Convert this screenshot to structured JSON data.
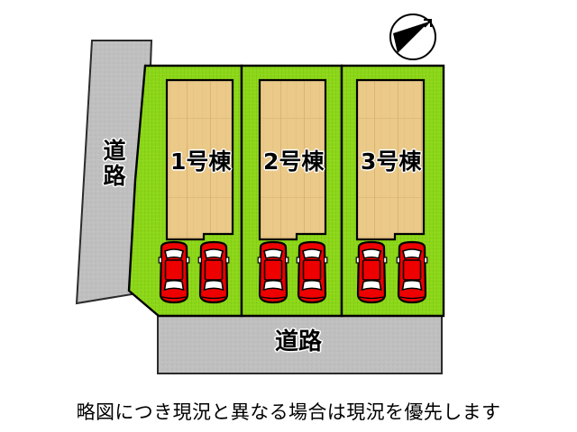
{
  "diagram": {
    "type": "site-plan",
    "title_text_visible": false,
    "disclaimer": "略図につき現況と異なる場合は現況を優先します",
    "colors": {
      "lot_green": "#8CD61A",
      "lot_green_dark": "#7cc40f",
      "building_tan": "#EBCB8C",
      "building_tan_line": "#d9b36a",
      "road_gray": "#BFBFBF",
      "road_gray_edge": "#9a9a9a",
      "car_red": "#EE0000",
      "car_white": "#FFFFFF",
      "outline_black": "#000000",
      "page_white": "#FFFFFF"
    },
    "compass": {
      "name": "north-arrow",
      "direction": "north-east",
      "description": "circular compass rose with filled black needle pointing upper-right"
    },
    "lots": [
      {
        "id": "lot-1",
        "label": "1号棟",
        "cars": 2
      },
      {
        "id": "lot-2",
        "label": "2号棟",
        "cars": 2
      },
      {
        "id": "lot-3",
        "label": "3号棟",
        "cars": 2
      }
    ],
    "roads": [
      {
        "id": "road-west",
        "label": "道路",
        "orientation": "vertical",
        "position": "left"
      },
      {
        "id": "road-south",
        "label": "道路",
        "orientation": "horizontal",
        "position": "bottom"
      }
    ]
  },
  "labels": {
    "building_1": "1号棟",
    "building_2": "2号棟",
    "building_3": "3号棟",
    "road_west": "道\n路",
    "road_south": "道路"
  }
}
